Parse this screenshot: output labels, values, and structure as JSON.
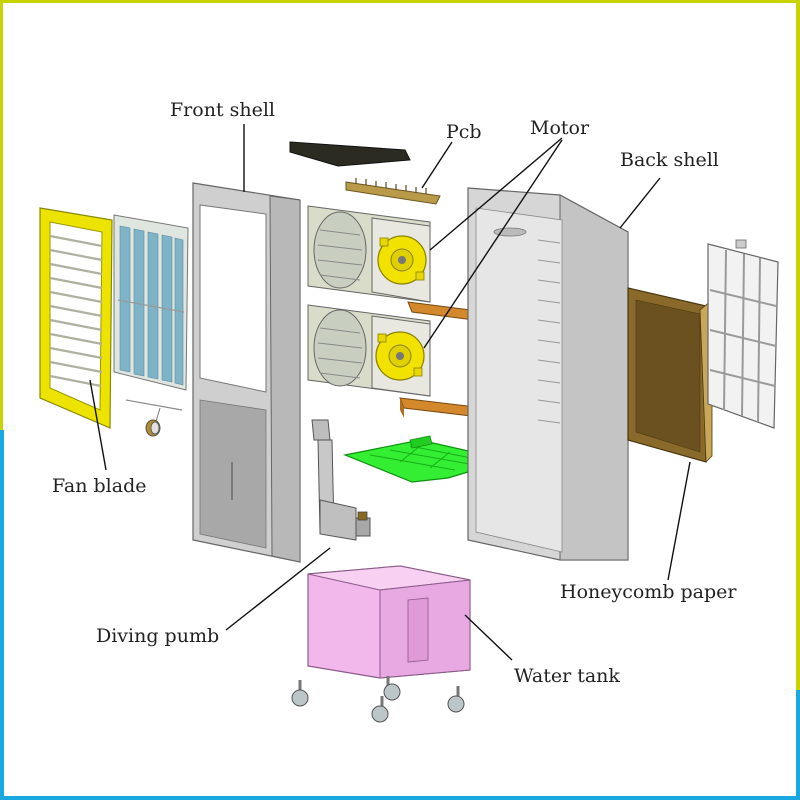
{
  "labels": {
    "front_shell": "Front shell",
    "pcb": "Pcb",
    "motor": "Motor",
    "back_shell": "Back shell",
    "fan_blade": "Fan blade",
    "honeycomb_paper": "Honeycomb paper",
    "diving_pumb": "Diving pumb",
    "water_tank": "Water tank"
  },
  "colors": {
    "fan_blade_frame": "#e8e000",
    "filter_blue": "#7fb3c8",
    "motor_yellow": "#f2e200",
    "water_tray_green": "#33ee33",
    "water_tank_pink": "#f2b8ec",
    "honeycomb_brown": "#8a6a2a",
    "bracket_orange": "#d4882c",
    "shell_gray": "#c9c9c9"
  }
}
